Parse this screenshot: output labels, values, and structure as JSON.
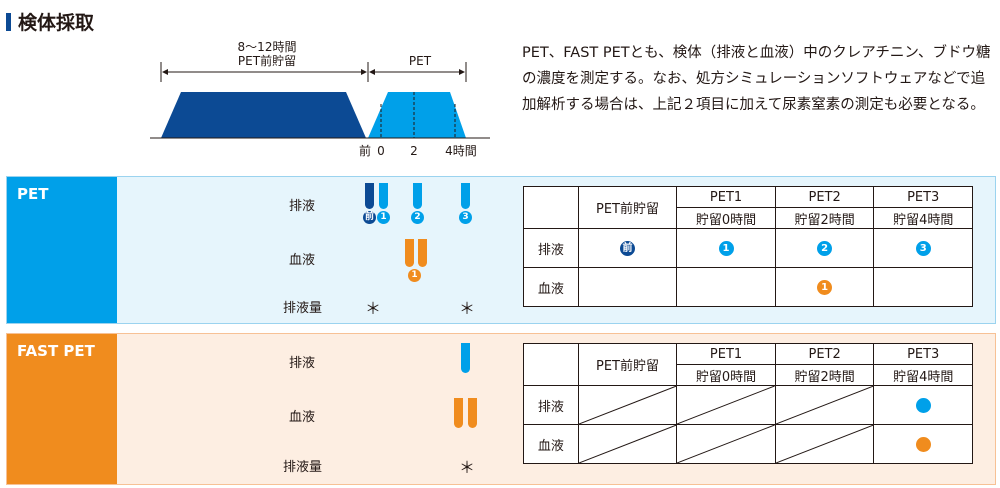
{
  "title": "検体採取",
  "description": "PET、FAST PETとも、検体（排液と血液）中のクレアチニン、ブドウ糖の濃度を測定する。なお、処方シミュレーションソフトウェアなどで追加解析する場合は、上記２項目に加えて尿素窒素の測定も必要となる。",
  "timeline": {
    "left_label_line1": "8～12時間",
    "left_label_line2": "PET前貯留",
    "right_label": "PET",
    "ticks": [
      "前",
      "0",
      "2",
      "4時間"
    ]
  },
  "colors": {
    "navy": "#0c4a94",
    "blue": "#00a0e9",
    "orange": "#f08c1e"
  },
  "pet": {
    "label": "PET",
    "rows": [
      "排液",
      "血液",
      "排液量"
    ],
    "markers": {
      "pre": "前",
      "n1": "1",
      "n2": "2",
      "n3": "3"
    },
    "star": "＊",
    "table": {
      "header_pre": "PET前貯留",
      "cols": [
        {
          "name": "PET1",
          "sub": "貯留0時間"
        },
        {
          "name": "PET2",
          "sub": "貯留2時間"
        },
        {
          "name": "PET3",
          "sub": "貯留4時間"
        }
      ],
      "row_labels": [
        "排液",
        "血液"
      ],
      "cells": {
        "drain": [
          "前",
          "1",
          "2",
          "3"
        ],
        "blood2": "1"
      }
    }
  },
  "fast_pet": {
    "label": "FAST PET",
    "rows": [
      "排液",
      "血液",
      "排液量"
    ],
    "star": "＊",
    "table": {
      "header_pre": "PET前貯留",
      "cols": [
        {
          "name": "PET1",
          "sub": "貯留0時間"
        },
        {
          "name": "PET2",
          "sub": "貯留2時間"
        },
        {
          "name": "PET3",
          "sub": "貯留4時間"
        }
      ],
      "row_labels": [
        "排液",
        "血液"
      ]
    }
  }
}
